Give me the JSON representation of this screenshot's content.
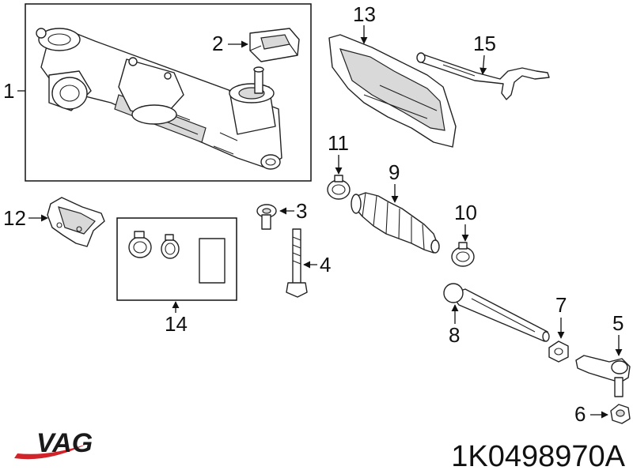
{
  "callouts": {
    "c1": "1",
    "c2": "2",
    "c3": "3",
    "c4": "4",
    "c5": "5",
    "c6": "6",
    "c7": "7",
    "c8": "8",
    "c9": "9",
    "c10": "10",
    "c11": "11",
    "c12": "12",
    "c13": "13",
    "c14": "14",
    "c15": "15"
  },
  "brand": {
    "name": "VAG",
    "swoosh_color": "#d2232a"
  },
  "part_number": "1K0498970A"
}
